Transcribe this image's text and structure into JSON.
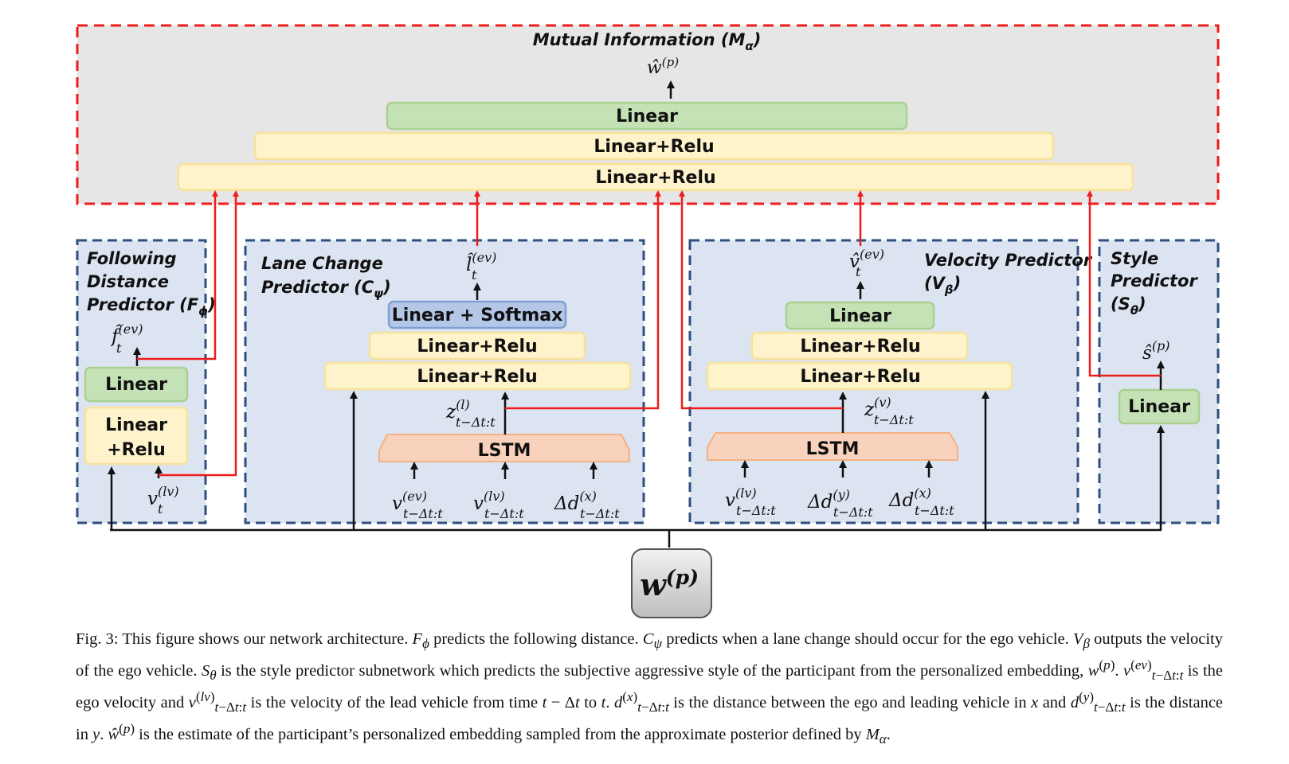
{
  "mi": {
    "title": "Mutual Information (M",
    "title_sub": "α",
    "title_close": ")",
    "output": "ŵ",
    "output_sup": "(p)",
    "layers": [
      "Linear",
      "Linear+Relu",
      "Linear+Relu"
    ]
  },
  "following": {
    "title": [
      "Following",
      "Distance",
      "Predictor (F"
    ],
    "title_sub": "ϕ",
    "title_close": ")",
    "output": "f̂",
    "output_sub": "t",
    "output_sup": "(ev)",
    "layers": [
      "Linear",
      "Linear",
      "+Relu"
    ],
    "input": "v",
    "input_sub": "t",
    "input_sup": "(lv)"
  },
  "lane": {
    "title": [
      "Lane Change",
      "Predictor (C"
    ],
    "title_sub": "ψ",
    "title_close": ")",
    "output": "l̂",
    "output_sub": "t",
    "output_sup": "(ev)",
    "layers": [
      "Linear + Softmax",
      "Linear+Relu",
      "Linear+Relu"
    ],
    "lstm": "LSTM",
    "z": "z",
    "z_sub": "t−Δt:t",
    "z_sup": "(l)",
    "inputs": [
      {
        "base": "v",
        "sub": "t−Δt:t",
        "sup": "(ev)"
      },
      {
        "base": "v",
        "sub": "t−Δt:t",
        "sup": "(lv)"
      },
      {
        "base": "Δd",
        "sub": "t−Δt:t",
        "sup": "(x)"
      }
    ]
  },
  "velocity": {
    "title": [
      "Velocity Predictor",
      "(V"
    ],
    "title_sub": "β",
    "title_close": ")",
    "output": "v̂",
    "output_sub": "t",
    "output_sup": "(ev)",
    "layers": [
      "Linear",
      "Linear+Relu",
      "Linear+Relu"
    ],
    "lstm": "LSTM",
    "z": "z",
    "z_sub": "t−Δt:t",
    "z_sup": "(v)",
    "inputs": [
      {
        "base": "v",
        "sub": "t−Δt:t",
        "sup": "(lv)"
      },
      {
        "base": "Δd",
        "sub": "t−Δt:t",
        "sup": "(y)"
      },
      {
        "base": "Δd",
        "sub": "t−Δt:t",
        "sup": "(x)"
      }
    ]
  },
  "style": {
    "title": [
      "Style",
      "Predictor",
      "(S"
    ],
    "title_sub": "θ",
    "title_close": ")",
    "output": "ŝ",
    "output_sup": "(p)",
    "layers": [
      "Linear"
    ]
  },
  "embedding": {
    "base": "w",
    "sup": "(p)"
  },
  "caption": {
    "s1": "Fig. 3: This figure shows our network architecture. ",
    "s2": " predicts the following distance. ",
    "s3": " predicts when a lane change should occur for the ego vehicle. ",
    "s4": " outputs the velocity of the ego vehicle. ",
    "s5": " is the style predictor subnetwork which predicts the subjective aggressive style of the participant from the personalized embedding, ",
    "s6": " is the ego velocity and ",
    "s7": " is the velocity of the lead vehicle from time ",
    "s8": " to ",
    "s9": " is the distance between the ego and leading vehicle in ",
    "s10": " and ",
    "s11": " is the distance in ",
    "s12": " is the estimate of the participant’s personalized embedding sampled from the approximate posterior defined by "
  },
  "colors": {
    "red": "#ee1c1c",
    "navy": "#2f4f7f",
    "panel": "#dce4f2",
    "grey": "#e6e6e6",
    "yellow": "#fff3cb",
    "yellow_border": "#f7e29a",
    "green": "#c5e2b6",
    "green_border": "#a8d08f",
    "blue": "#b4c7e7",
    "blue_border": "#7f9fd3",
    "lstm": "#f8d2bc",
    "lstm_border": "#f4b183"
  }
}
